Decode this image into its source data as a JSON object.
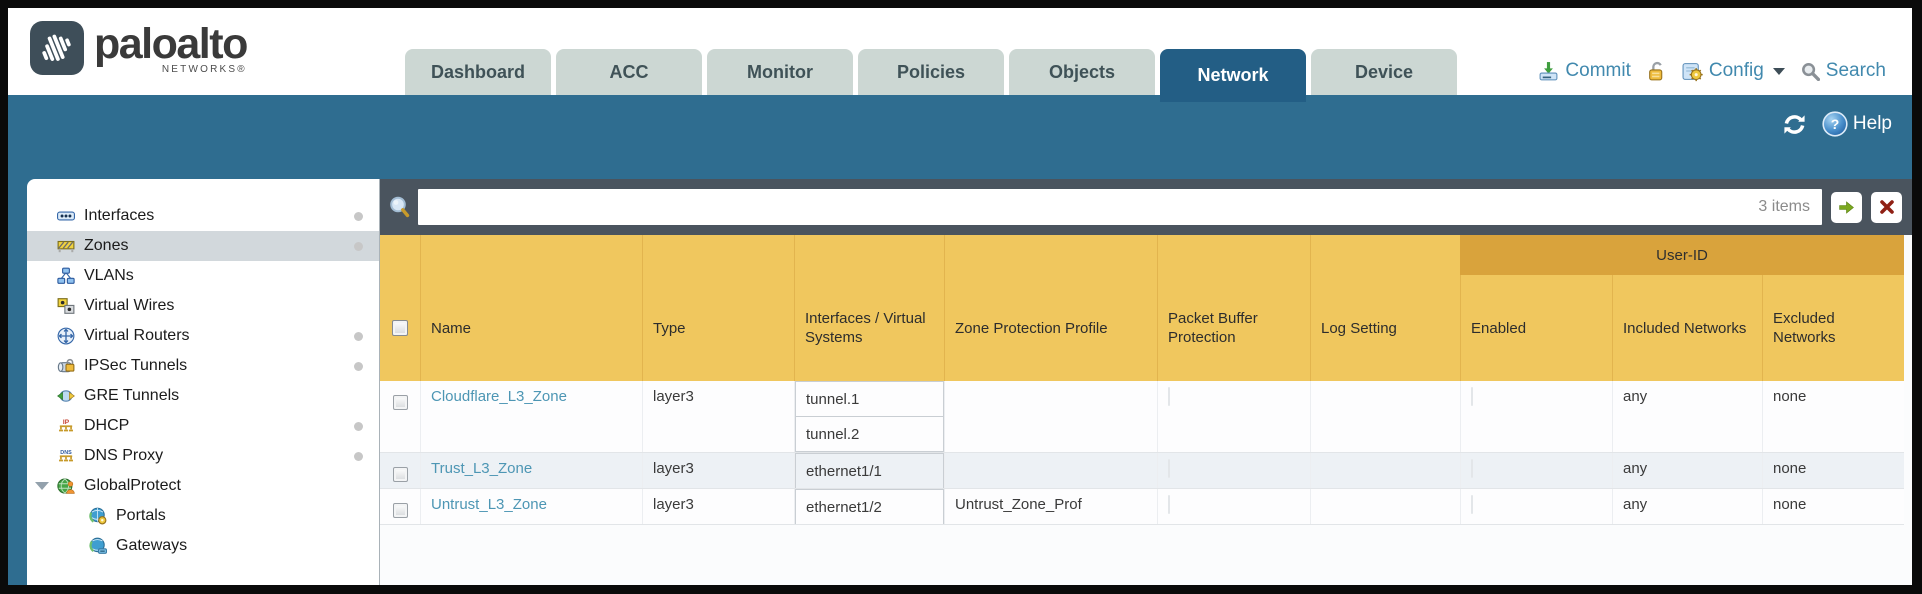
{
  "header": {
    "brand": {
      "name": "paloalto",
      "subtitle": "NETWORKS®"
    },
    "tabs": [
      {
        "label": "Dashboard",
        "active": false
      },
      {
        "label": "ACC",
        "active": false
      },
      {
        "label": "Monitor",
        "active": false
      },
      {
        "label": "Policies",
        "active": false
      },
      {
        "label": "Objects",
        "active": false
      },
      {
        "label": "Network",
        "active": true
      },
      {
        "label": "Device",
        "active": false
      }
    ],
    "actions": {
      "commit_label": "Commit",
      "config_label": "Config",
      "search_label": "Search"
    }
  },
  "banner": {
    "help_label": "Help"
  },
  "sidebar": {
    "items": [
      {
        "label": "Interfaces",
        "icon": "interfaces-icon",
        "dot": true,
        "selected": false,
        "child": false,
        "expander": false
      },
      {
        "label": "Zones",
        "icon": "zones-icon",
        "dot": true,
        "selected": true,
        "child": false,
        "expander": false
      },
      {
        "label": "VLANs",
        "icon": "vlans-icon",
        "dot": false,
        "selected": false,
        "child": false,
        "expander": false
      },
      {
        "label": "Virtual Wires",
        "icon": "virtual-wires-icon",
        "dot": false,
        "selected": false,
        "child": false,
        "expander": false
      },
      {
        "label": "Virtual Routers",
        "icon": "virtual-routers-icon",
        "dot": true,
        "selected": false,
        "child": false,
        "expander": false
      },
      {
        "label": "IPSec Tunnels",
        "icon": "ipsec-tunnels-icon",
        "dot": true,
        "selected": false,
        "child": false,
        "expander": false
      },
      {
        "label": "GRE Tunnels",
        "icon": "gre-tunnels-icon",
        "dot": false,
        "selected": false,
        "child": false,
        "expander": false
      },
      {
        "label": "DHCP",
        "icon": "dhcp-icon",
        "dot": true,
        "selected": false,
        "child": false,
        "expander": false
      },
      {
        "label": "DNS Proxy",
        "icon": "dns-proxy-icon",
        "dot": true,
        "selected": false,
        "child": false,
        "expander": false
      },
      {
        "label": "GlobalProtect",
        "icon": "globalprotect-icon",
        "dot": false,
        "selected": false,
        "child": false,
        "expander": true
      },
      {
        "label": "Portals",
        "icon": "portals-icon",
        "dot": false,
        "selected": false,
        "child": true,
        "expander": false
      },
      {
        "label": "Gateways",
        "icon": "gateways-icon",
        "dot": false,
        "selected": false,
        "child": true,
        "expander": false
      }
    ]
  },
  "toolbar": {
    "filter_value": "",
    "items_count": "3 items"
  },
  "table": {
    "group_header": "User-ID",
    "columns": [
      "Name",
      "Type",
      "Interfaces / Virtual Systems",
      "Zone Protection Profile",
      "Packet Buffer Protection",
      "Log Setting",
      "Enabled",
      "Included Networks",
      "Excluded Networks"
    ],
    "rows": [
      {
        "name": "Cloudflare_L3_Zone",
        "type": "layer3",
        "interfaces": [
          "tunnel.1",
          "tunnel.2"
        ],
        "zone_protection_profile": "",
        "packet_buffer_protection": false,
        "log_setting": "",
        "enabled": false,
        "included_networks": "any",
        "excluded_networks": "none"
      },
      {
        "name": "Trust_L3_Zone",
        "type": "layer3",
        "interfaces": [
          "ethernet1/1"
        ],
        "zone_protection_profile": "",
        "packet_buffer_protection": false,
        "log_setting": "",
        "enabled": false,
        "included_networks": "any",
        "excluded_networks": "none"
      },
      {
        "name": "Untrust_L3_Zone",
        "type": "layer3",
        "interfaces": [
          "ethernet1/2"
        ],
        "zone_protection_profile": "Untrust_Zone_Prof",
        "packet_buffer_protection": false,
        "log_setting": "",
        "enabled": false,
        "included_networks": "any",
        "excluded_networks": "none"
      }
    ]
  },
  "colors": {
    "banner_teal": "#2f6d90",
    "active_tab_teal": "#235e85",
    "inactive_tab": "#ccd7d3",
    "toolbar_gray": "#4a545e",
    "header_gold": "#f0c75e",
    "group_header_gold": "#d9a33c",
    "link_blue": "#4d96b4",
    "action_blue": "#4189ae",
    "selected_item_gray": "#d2d8dc"
  }
}
